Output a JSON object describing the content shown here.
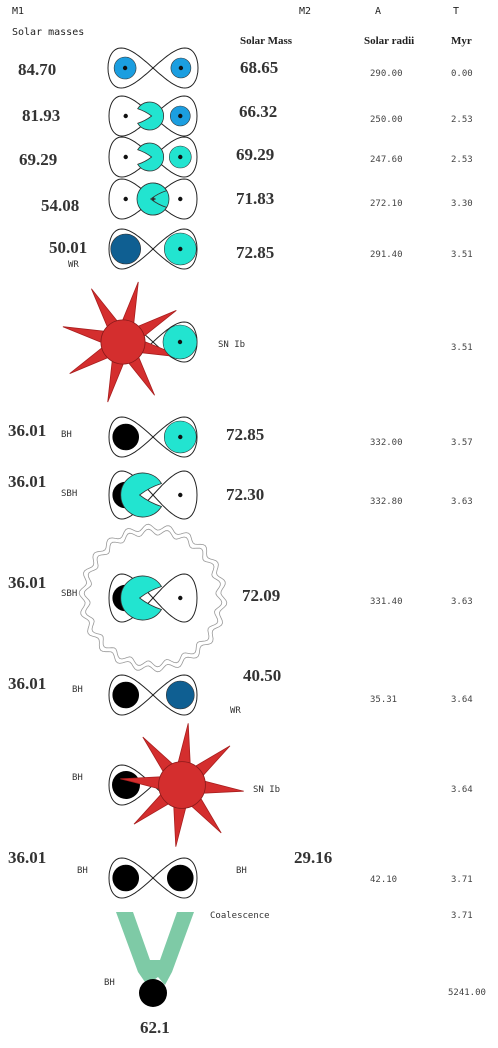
{
  "header": {
    "m1": "M1",
    "m1_unit": "Solar masses",
    "m2": "M2",
    "m2_unit": "Solar Mass",
    "a": "A",
    "a_unit": "Solar radii",
    "t": "T",
    "t_unit": "Myr"
  },
  "colors": {
    "cyan": "#22e4d0",
    "blue": "#1b9ee0",
    "dark_blue": "#0f5f92",
    "black_hole": "#000000",
    "supernova_red": "#d42e2e",
    "arrow_green": "#7ecaa6"
  },
  "stages": [
    {
      "id": 1,
      "m1": "84.70",
      "m2": "68.65",
      "a": "290.00",
      "t": "0.00",
      "left_star": "blue",
      "right_star": "blue",
      "filled": "none"
    },
    {
      "id": 2,
      "m1": "81.93",
      "m2": "66.32",
      "a": "250.00",
      "t": "2.53",
      "left_star": "cyan",
      "right_star": "blue",
      "filled": "left"
    },
    {
      "id": 3,
      "m1": "69.29",
      "m2": "69.29",
      "a": "247.60",
      "t": "2.53",
      "left_star": "cyan",
      "right_star": "cyan",
      "filled": "left"
    },
    {
      "id": 4,
      "m1": "54.08",
      "m2": "71.83",
      "a": "272.10",
      "t": "3.30",
      "left_star": "cyan",
      "right_star": "cyan",
      "filled": "both"
    },
    {
      "id": 5,
      "m1": "50.01",
      "m1_label": "WR",
      "m2": "72.85",
      "a": "291.40",
      "t": "3.51",
      "left_star": "dark-blue",
      "right_star": "cyan"
    },
    {
      "id": 6,
      "event": "SN Ib",
      "t": "3.51",
      "left_star": "supernova",
      "right_star": "cyan"
    },
    {
      "id": 7,
      "m1": "36.01",
      "m1_label": "BH",
      "m2": "72.85",
      "a": "332.00",
      "t": "3.57",
      "left_star": "black-hole",
      "right_star": "cyan"
    },
    {
      "id": 8,
      "m1": "36.01",
      "m1_label": "SBH",
      "m2": "72.30",
      "a": "332.80",
      "t": "3.63",
      "left_star": "black-hole",
      "right_star": "cyan",
      "filled": "right"
    },
    {
      "id": 9,
      "m1": "36.01",
      "m1_label": "SBH",
      "m2": "72.09",
      "a": "331.40",
      "t": "3.63",
      "left_star": "black-hole",
      "right_star": "cyan",
      "filled": "right",
      "envelope": "common"
    },
    {
      "id": 10,
      "m1": "36.01",
      "m1_label": "BH",
      "m2": "40.50",
      "m2_label": "WR",
      "a": "35.31",
      "t": "3.64",
      "left_star": "black-hole",
      "right_star": "dark-blue"
    },
    {
      "id": 11,
      "m1_label": "BH",
      "event": "SN Ib",
      "t": "3.64",
      "left_star": "black-hole",
      "right_star": "supernova"
    },
    {
      "id": 12,
      "m1": "36.01",
      "m1_label": "BH",
      "m2": "29.16",
      "m2_label": "BH",
      "a": "42.10",
      "t": "3.71",
      "left_star": "black-hole",
      "right_star": "black-hole"
    },
    {
      "id": 13,
      "event": "Coalescence",
      "t": "3.71"
    },
    {
      "id": 14,
      "final_label": "BH",
      "final_mass": "62.1",
      "t": "5241.00"
    }
  ]
}
